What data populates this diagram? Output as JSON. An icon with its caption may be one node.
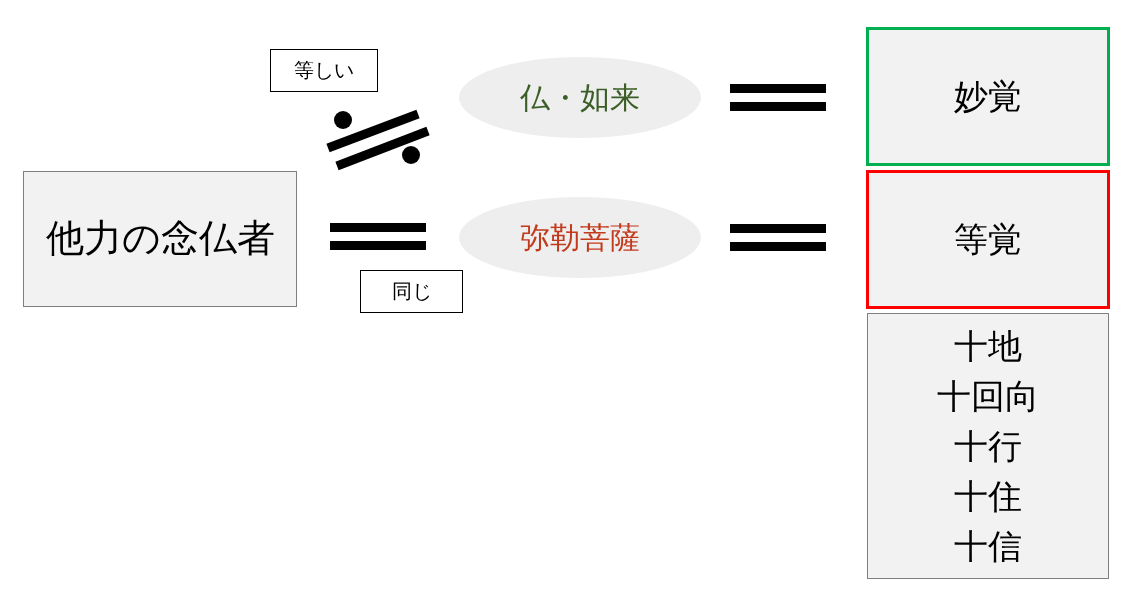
{
  "diagram": {
    "nodes": [
      {
        "text": [
          "等しい"
        ]
      },
      {
        "text": [
          "仏・如来"
        ]
      },
      {
        "text": [
          "妙覚"
        ]
      },
      {
        "text": [
          "他力の念仏者"
        ]
      },
      {
        "text": [
          "弥勒菩薩"
        ]
      },
      {
        "text": [
          "等覚"
        ]
      },
      {
        "text": [
          "同じ"
        ]
      },
      {
        "text": [
          "十地",
          "十回向",
          "十行",
          "十住",
          "十信"
        ]
      }
    ]
  }
}
